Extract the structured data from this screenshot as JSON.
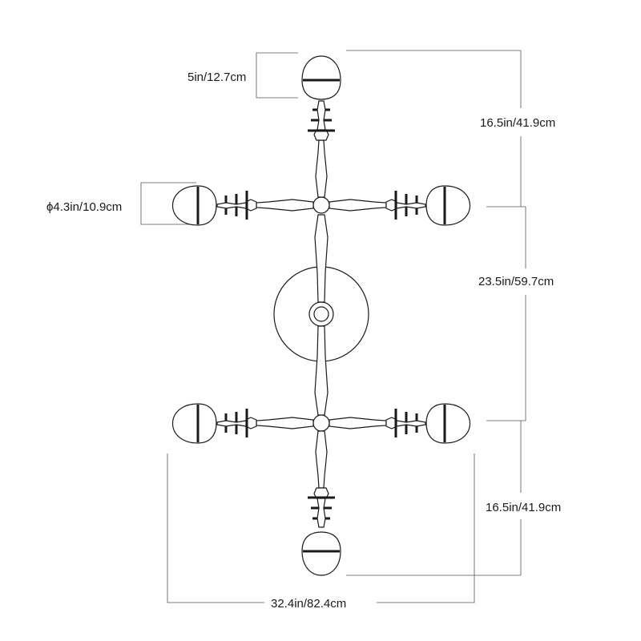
{
  "dimensions": {
    "shade_height": "5in/12.7cm",
    "shade_diameter": "ϕ4.3in/10.9cm",
    "top_section": "16.5in/41.9cm",
    "middle_section": "23.5in/59.7cm",
    "bottom_section": "16.5in/41.9cm",
    "overall_width": "32.4in/82.4cm"
  },
  "colors": {
    "line": "#1a1a1a",
    "dimension_line": "#555555",
    "background": "#ffffff"
  }
}
